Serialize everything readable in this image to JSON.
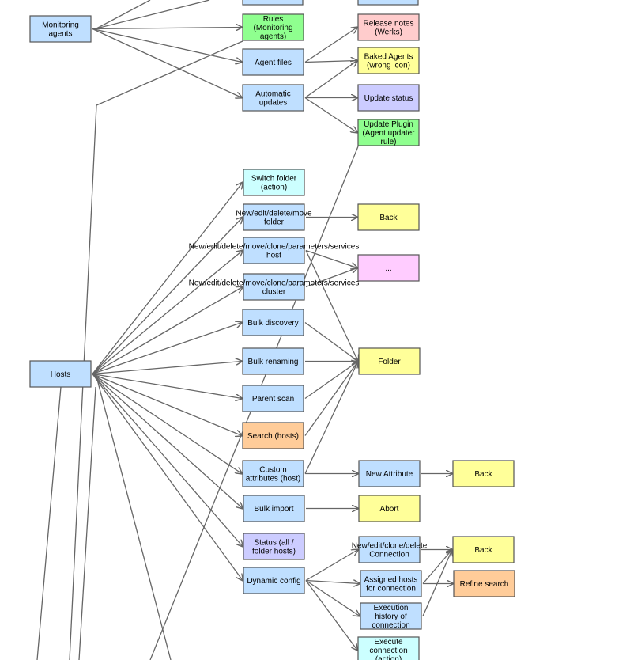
{
  "palette": {
    "blue": "#bfdfff",
    "green": "#8fff8f",
    "pink": "#ffcccc",
    "yellow": "#ffff99",
    "lavender": "#ccccff",
    "cyan": "#ccffff",
    "magenta": "#ffccff",
    "orange": "#ffcc99",
    "stroke": "#555555",
    "edge": "#666666"
  },
  "nodes": [
    {
      "id": "top-left-stub",
      "label": [],
      "color": "blue"
    },
    {
      "id": "top-right-stub",
      "label": [],
      "color": "blue"
    },
    {
      "id": "monitoring-agents",
      "label": [
        "Monitoring",
        "agents"
      ],
      "color": "blue"
    },
    {
      "id": "rules-monitoring-agents",
      "label": [
        "Rules",
        "(Monitoring",
        "agents)"
      ],
      "color": "green"
    },
    {
      "id": "release-notes",
      "label": [
        "Release notes",
        "(Werks)"
      ],
      "color": "pink"
    },
    {
      "id": "agent-files",
      "label": [
        "Agent files"
      ],
      "color": "blue"
    },
    {
      "id": "baked-agents",
      "label": [
        "Baked Agents",
        "(wrong icon)"
      ],
      "color": "yellow"
    },
    {
      "id": "automatic-updates",
      "label": [
        "Automatic",
        "updates"
      ],
      "color": "blue"
    },
    {
      "id": "update-status",
      "label": [
        "Update status"
      ],
      "color": "lavender"
    },
    {
      "id": "update-plugin",
      "label": [
        "Update Plugin",
        "(Agent updater",
        "rule)"
      ],
      "color": "green"
    },
    {
      "id": "switch-folder",
      "label": [
        "Switch folder",
        "(action)"
      ],
      "color": "cyan"
    },
    {
      "id": "edit-folder",
      "label": [
        "New/edit/delete/move",
        "folder"
      ],
      "color": "blue"
    },
    {
      "id": "back-folder",
      "label": [
        "Back"
      ],
      "color": "yellow"
    },
    {
      "id": "edit-host",
      "label": [
        "New/edit/delete/move/clone/parameters/services",
        "host"
      ],
      "color": "blue"
    },
    {
      "id": "ellipsis",
      "label": [
        "..."
      ],
      "color": "magenta"
    },
    {
      "id": "edit-cluster",
      "label": [
        "New/edit/delete/move/clone/parameters/services",
        "cluster"
      ],
      "color": "blue"
    },
    {
      "id": "bulk-discovery",
      "label": [
        "Bulk discovery"
      ],
      "color": "blue"
    },
    {
      "id": "hosts",
      "label": [
        "Hosts"
      ],
      "color": "blue"
    },
    {
      "id": "bulk-renaming",
      "label": [
        "Bulk renaming"
      ],
      "color": "blue"
    },
    {
      "id": "folder",
      "label": [
        "Folder"
      ],
      "color": "yellow"
    },
    {
      "id": "parent-scan",
      "label": [
        "Parent scan"
      ],
      "color": "blue"
    },
    {
      "id": "search-hosts",
      "label": [
        "Search (hosts)"
      ],
      "color": "orange"
    },
    {
      "id": "custom-attributes",
      "label": [
        "Custom",
        "attributes (host)"
      ],
      "color": "blue"
    },
    {
      "id": "new-attribute",
      "label": [
        "New Attribute"
      ],
      "color": "blue"
    },
    {
      "id": "back-attribute",
      "label": [
        "Back"
      ],
      "color": "yellow"
    },
    {
      "id": "bulk-import",
      "label": [
        "Bulk import"
      ],
      "color": "blue"
    },
    {
      "id": "abort",
      "label": [
        "Abort"
      ],
      "color": "yellow"
    },
    {
      "id": "status-hosts",
      "label": [
        "Status (all /",
        "folder hosts)"
      ],
      "color": "lavender"
    },
    {
      "id": "edit-connection",
      "label": [
        "New/edit/clone/delete",
        "Connection"
      ],
      "color": "blue"
    },
    {
      "id": "back-connection",
      "label": [
        "Back"
      ],
      "color": "yellow"
    },
    {
      "id": "dynamic-config",
      "label": [
        "Dynamic config"
      ],
      "color": "blue"
    },
    {
      "id": "assigned-hosts",
      "label": [
        "Assigned hosts",
        "for connection"
      ],
      "color": "blue"
    },
    {
      "id": "refine-search",
      "label": [
        "Refine search"
      ],
      "color": "orange"
    },
    {
      "id": "execution-history",
      "label": [
        "Execution",
        "history of",
        "connection"
      ],
      "color": "blue"
    },
    {
      "id": "execute-connection",
      "label": [
        "Execute",
        "connection",
        "(action)"
      ],
      "color": "cyan"
    }
  ],
  "edges": [
    [
      "monitoring-agents",
      "rules-monitoring-agents"
    ],
    [
      "monitoring-agents",
      "agent-files"
    ],
    [
      "monitoring-agents",
      "automatic-updates"
    ],
    [
      "agent-files",
      "release-notes"
    ],
    [
      "agent-files",
      "baked-agents"
    ],
    [
      "automatic-updates",
      "baked-agents"
    ],
    [
      "automatic-updates",
      "update-status"
    ],
    [
      "automatic-updates",
      "update-plugin"
    ],
    [
      "edit-folder",
      "back-folder"
    ],
    [
      "edit-host",
      "ellipsis"
    ],
    [
      "edit-host",
      "folder"
    ],
    [
      "edit-cluster",
      "ellipsis"
    ],
    [
      "bulk-discovery",
      "folder"
    ],
    [
      "bulk-renaming",
      "folder"
    ],
    [
      "parent-scan",
      "folder"
    ],
    [
      "search-hosts",
      "folder"
    ],
    [
      "custom-attributes",
      "folder"
    ],
    [
      "custom-attributes",
      "new-attribute"
    ],
    [
      "new-attribute",
      "back-attribute"
    ],
    [
      "bulk-import",
      "abort"
    ],
    [
      "hosts",
      "switch-folder"
    ],
    [
      "hosts",
      "edit-folder"
    ],
    [
      "hosts",
      "edit-host"
    ],
    [
      "hosts",
      "edit-cluster"
    ],
    [
      "hosts",
      "bulk-discovery"
    ],
    [
      "hosts",
      "bulk-renaming"
    ],
    [
      "hosts",
      "parent-scan"
    ],
    [
      "hosts",
      "search-hosts"
    ],
    [
      "hosts",
      "custom-attributes"
    ],
    [
      "hosts",
      "bulk-import"
    ],
    [
      "hosts",
      "status-hosts"
    ],
    [
      "hosts",
      "dynamic-config"
    ],
    [
      "dynamic-config",
      "edit-connection"
    ],
    [
      "dynamic-config",
      "assigned-hosts"
    ],
    [
      "dynamic-config",
      "execution-history"
    ],
    [
      "dynamic-config",
      "execute-connection"
    ],
    [
      "edit-connection",
      "back-connection"
    ],
    [
      "assigned-hosts",
      "back-connection"
    ],
    [
      "assigned-hosts",
      "refine-search"
    ],
    [
      "execution-history",
      "back-connection"
    ]
  ]
}
